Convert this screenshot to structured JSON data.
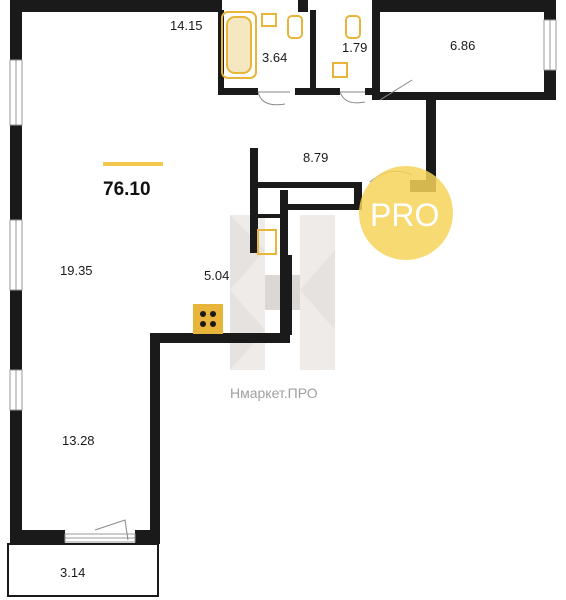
{
  "plan": {
    "total_area": "76.10",
    "accent_color": "#f2c94c",
    "wall_color": "#1a1a1a",
    "fixture_color": "#e8b53a",
    "rooms": [
      {
        "id": "room-14-15",
        "label": "14.15"
      },
      {
        "id": "room-3-64",
        "label": "3.64"
      },
      {
        "id": "room-1-79",
        "label": "1.79"
      },
      {
        "id": "room-6-86",
        "label": "6.86"
      },
      {
        "id": "room-8-79",
        "label": "8.79"
      },
      {
        "id": "room-19-35",
        "label": "19.35"
      },
      {
        "id": "room-5-04",
        "label": "5.04"
      },
      {
        "id": "room-13-28",
        "label": "13.28"
      },
      {
        "id": "room-3-14",
        "label": "3.14"
      }
    ]
  },
  "badge": {
    "text": "PRO",
    "color": "#f7d35a"
  },
  "watermark": {
    "text": "Нмаркет.ПРО"
  }
}
